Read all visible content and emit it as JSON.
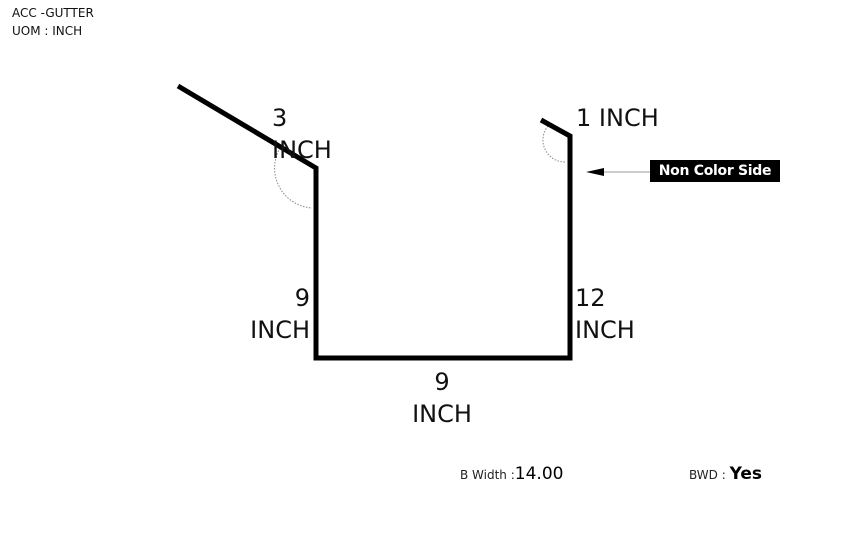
{
  "header": {
    "title": "ACC -GUTTER",
    "uom_label": "UOM : INCH"
  },
  "profile": {
    "segments": [
      {
        "value": "3",
        "unit": "INCH"
      },
      {
        "value": "9",
        "unit": "INCH"
      },
      {
        "value": "9",
        "unit": "INCH"
      },
      {
        "value": "12",
        "unit": "INCH"
      },
      {
        "value": "1",
        "unit": "INCH"
      }
    ],
    "non_color_side_label": "Non Color Side"
  },
  "footer": {
    "b_width_label": "B Width",
    "b_width_value": "14.00",
    "bwd_label": "BWD",
    "bwd_value": "Yes"
  },
  "colors": {
    "stroke": "#000000",
    "label_bg": "#000000",
    "label_fg": "#ffffff",
    "arc": "#888888"
  }
}
